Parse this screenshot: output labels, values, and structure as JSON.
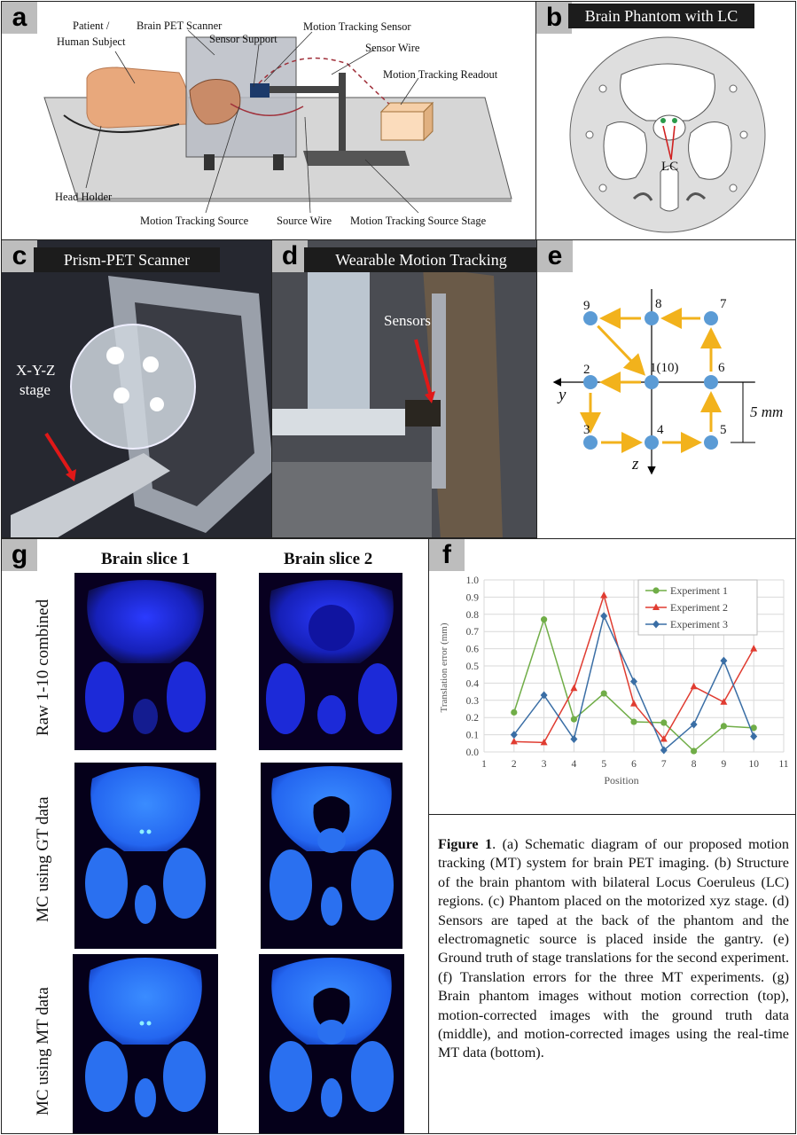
{
  "panel_a": {
    "letter": "a",
    "labels": {
      "patient": "Patient /",
      "patient2": "Human Subject",
      "scanner": "Brain PET Scanner",
      "sensor_support": "Sensor Support",
      "mt_sensor": "Motion Tracking Sensor",
      "sensor_wire": "Sensor Wire",
      "readout": "Motion Tracking Readout",
      "head_holder": "Head Holder",
      "mt_source": "Motion Tracking Source",
      "source_wire": "Source Wire",
      "source_stage": "Motion Tracking Source Stage"
    }
  },
  "panel_b": {
    "letter": "b",
    "title": "Brain Phantom with LC",
    "lc_label": "LC"
  },
  "panel_c": {
    "letter": "c",
    "title": "Prism-PET Scanner",
    "stage_label": "X-Y-Z",
    "stage_label2": "stage"
  },
  "panel_d": {
    "letter": "d",
    "title": "Wearable Motion Tracking",
    "sensors_label": "Sensors"
  },
  "panel_e": {
    "letter": "e",
    "points": [
      "9",
      "8",
      "7",
      "2",
      "1(10)",
      "6",
      "3",
      "4",
      "5"
    ],
    "axis_y": "y",
    "axis_z": "z",
    "scale": "5 mm"
  },
  "panel_g": {
    "letter": "g",
    "col1": "Brain slice 1",
    "col2": "Brain slice 2",
    "row1": "Raw 1-10 combined",
    "row2": "MC using GT data",
    "row3": "MC using MT data"
  },
  "panel_f": {
    "letter": "f"
  },
  "chart_data": {
    "type": "line",
    "xlabel": "Position",
    "ylabel": "Translation error (mm)",
    "xlim": [
      1,
      11
    ],
    "ylim": [
      0,
      1.0
    ],
    "xticks": [
      "1",
      "2",
      "3",
      "4",
      "5",
      "6",
      "7",
      "8",
      "9",
      "10",
      "11"
    ],
    "yticks": [
      "0.0",
      "0.1",
      "0.2",
      "0.3",
      "0.4",
      "0.5",
      "0.6",
      "0.7",
      "0.8",
      "0.9",
      "1.0"
    ],
    "grid": true,
    "legend": "top-right",
    "x": [
      2,
      3,
      4,
      5,
      6,
      7,
      8,
      9,
      10
    ],
    "series": [
      {
        "name": "Experiment 1",
        "color": "#70ad47",
        "marker": "circle",
        "values": [
          0.23,
          0.77,
          0.19,
          0.34,
          0.175,
          0.17,
          0.005,
          0.15,
          0.14
        ]
      },
      {
        "name": "Experiment 2",
        "color": "#e03c31",
        "marker": "triangle",
        "values": [
          0.06,
          0.055,
          0.37,
          0.91,
          0.28,
          0.075,
          0.38,
          0.29,
          0.6
        ]
      },
      {
        "name": "Experiment 3",
        "color": "#3a6ea5",
        "marker": "diamond",
        "values": [
          0.1,
          0.33,
          0.075,
          0.79,
          0.41,
          0.01,
          0.16,
          0.53,
          0.09
        ]
      }
    ]
  },
  "caption": {
    "figure": "Figure 1",
    "text": ". (a) Schematic diagram of our proposed motion tracking (MT) system for brain PET imaging. (b) Structure of the brain phantom with bilateral Locus Coeruleus (LC) regions. (c) Phantom placed on the motorized xyz stage. (d) Sensors are taped at the back of the phantom and the electromagnetic source is placed inside the gantry. (e) Ground truth of stage translations for the second experiment. (f) Translation errors for the three MT experiments. (g) Brain phantom images without motion correction (top), motion-corrected images with the ground truth data (middle), and motion-corrected images using the real-time MT data (bottom)."
  }
}
